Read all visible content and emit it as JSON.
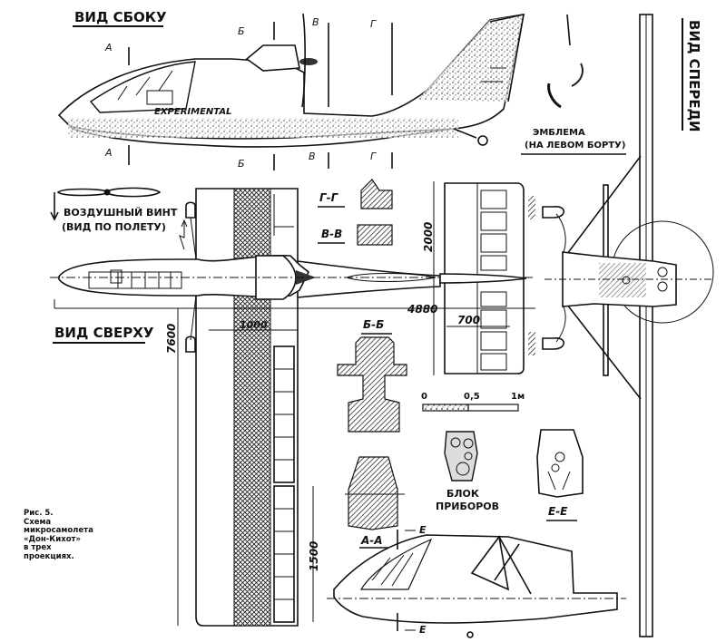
{
  "views": {
    "side": "ВИД СБОКУ",
    "top": "ВИД СВЕРХУ",
    "front": "ВИД СПЕРЕДИ"
  },
  "labels": {
    "experimental": "EXPERIMENTAL",
    "emblem_line1": "ЭМБЛЕМА",
    "emblem_line2": "(НА ЛЕВОМ БОРТУ)",
    "propeller_line1": "ВОЗДУШНЫЙ ВИНТ",
    "propeller_line2": "(ВИД ПО ПОЛЕТУ)",
    "instruments_line1": "БЛОК",
    "instruments_line2": "ПРИБОРОВ"
  },
  "sections": {
    "a": "А",
    "b": "Б",
    "v": "В",
    "g": "Г",
    "e": "Е",
    "gg": "Г-Г",
    "vv": "В-В",
    "bb": "Б-Б",
    "aa": "А-А",
    "ee": "Е-Е"
  },
  "dimensions": {
    "span": "7600",
    "chord": "1000",
    "length": "4880",
    "tail_span": "2000",
    "tail_chord": "700",
    "aileron": "1500"
  },
  "scale": {
    "zero": "0",
    "half": "0,5",
    "one": "1м"
  },
  "caption": [
    "Рис. 5.",
    "Схема",
    "микросамолета",
    "«Дон-Кихот»",
    "в трех",
    "проекциях."
  ]
}
